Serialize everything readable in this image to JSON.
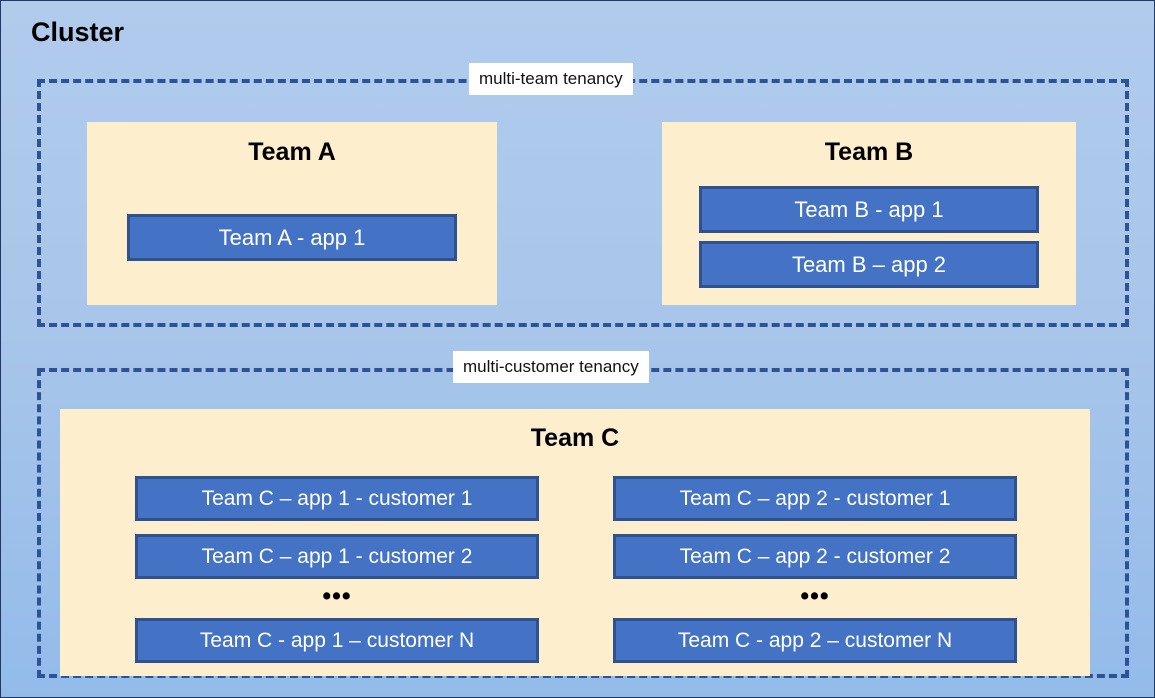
{
  "diagram": {
    "title": "Cluster",
    "colors": {
      "background_top": "#b0cbec",
      "background_bottom": "#93bbea",
      "zone_border": "#2e5395",
      "team_box_fill": "#fdeecd",
      "app_box_fill": "#4472c4",
      "app_box_border": "#2f528f",
      "app_box_text": "#ffffff",
      "label_chip_fill": "#ffffff"
    },
    "zones": [
      {
        "id": "multi-team",
        "label": "multi-team tenancy",
        "teams": [
          {
            "id": "team-a",
            "title": "Team A",
            "apps": [
              {
                "label": "Team A - app 1"
              }
            ]
          },
          {
            "id": "team-b",
            "title": "Team B",
            "apps": [
              {
                "label": "Team B - app 1"
              },
              {
                "label": "Team B – app 2"
              }
            ]
          }
        ]
      },
      {
        "id": "multi-customer",
        "label": "multi-customer tenancy",
        "teams": [
          {
            "id": "team-c",
            "title": "Team C",
            "columns": [
              {
                "id": "team-c-app-1",
                "ellipsis": "•••",
                "apps": [
                  {
                    "label": "Team C – app 1 - customer 1"
                  },
                  {
                    "label": "Team C – app 1 - customer 2"
                  },
                  {
                    "label": "Team C - app 1 – customer N"
                  }
                ]
              },
              {
                "id": "team-c-app-2",
                "ellipsis": "•••",
                "apps": [
                  {
                    "label": "Team C – app 2 - customer 1"
                  },
                  {
                    "label": "Team C – app 2 - customer 2"
                  },
                  {
                    "label": "Team C - app 2 – customer N"
                  }
                ]
              }
            ]
          }
        ]
      }
    ]
  }
}
